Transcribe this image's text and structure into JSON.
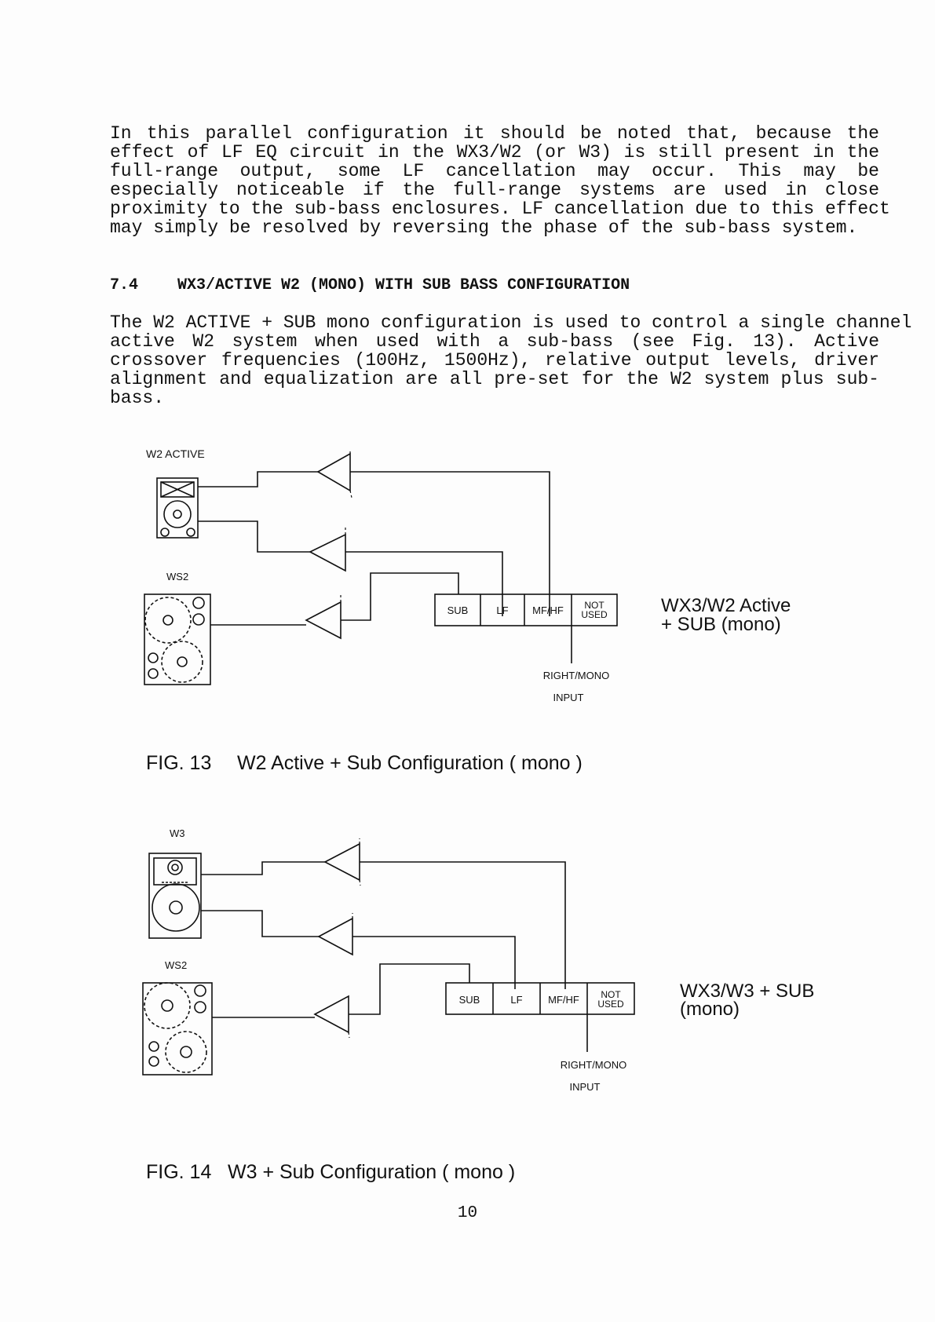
{
  "intro_paragraph": {
    "lines": [
      "In this parallel configuration it should be noted that, because the",
      "effect of LF EQ circuit in the WX3/W2 (or W3) is still present in the",
      "full-range output, some LF cancellation may occur. This may be",
      "especially noticeable if the full-range systems are used in close",
      "proximity to the sub-bass enclosures. LF cancellation due to this effect",
      "may simply be resolved by reversing the phase of the sub-bass system."
    ]
  },
  "section": {
    "number": "7.4",
    "title": "WX3/ACTIVE W2 (MONO) WITH SUB BASS CONFIGURATION",
    "lines": [
      "The W2 ACTIVE + SUB mono configuration is used to control a single channel",
      "active W2 system when used with a sub-bass (see Fig. 13). Active",
      "crossover frequencies (100Hz, 1500Hz), relative output levels, driver",
      "alignment and equalization are all pre-set for the W2 system plus sub-",
      "bass."
    ]
  },
  "fig13": {
    "speaker_top_label": "W2 ACTIVE",
    "speaker_bottom_label": "WS2",
    "outputs": [
      "SUB",
      "LF",
      "MF/HF",
      "NOT USED"
    ],
    "input_label_line1": "RIGHT/MONO",
    "input_label_line2": "INPUT",
    "side_title_line1": "WX3/W2 Active",
    "side_title_line2": "+ SUB  (mono)",
    "caption_number": "FIG. 13",
    "caption_text": "W2 Active + Sub Configuration ( mono )"
  },
  "fig14": {
    "speaker_top_label": "W3",
    "speaker_bottom_label": "WS2",
    "outputs": [
      "SUB",
      "LF",
      "MF/HF",
      "NOT USED"
    ],
    "input_label_line1": "RIGHT/MONO",
    "input_label_line2": "INPUT",
    "side_title_line1": "WX3/W3 + SUB",
    "side_title_line2": "(mono)",
    "caption_number": "FIG. 14",
    "caption_text": "W3 + Sub Configuration  ( mono )"
  },
  "page_number": "10"
}
